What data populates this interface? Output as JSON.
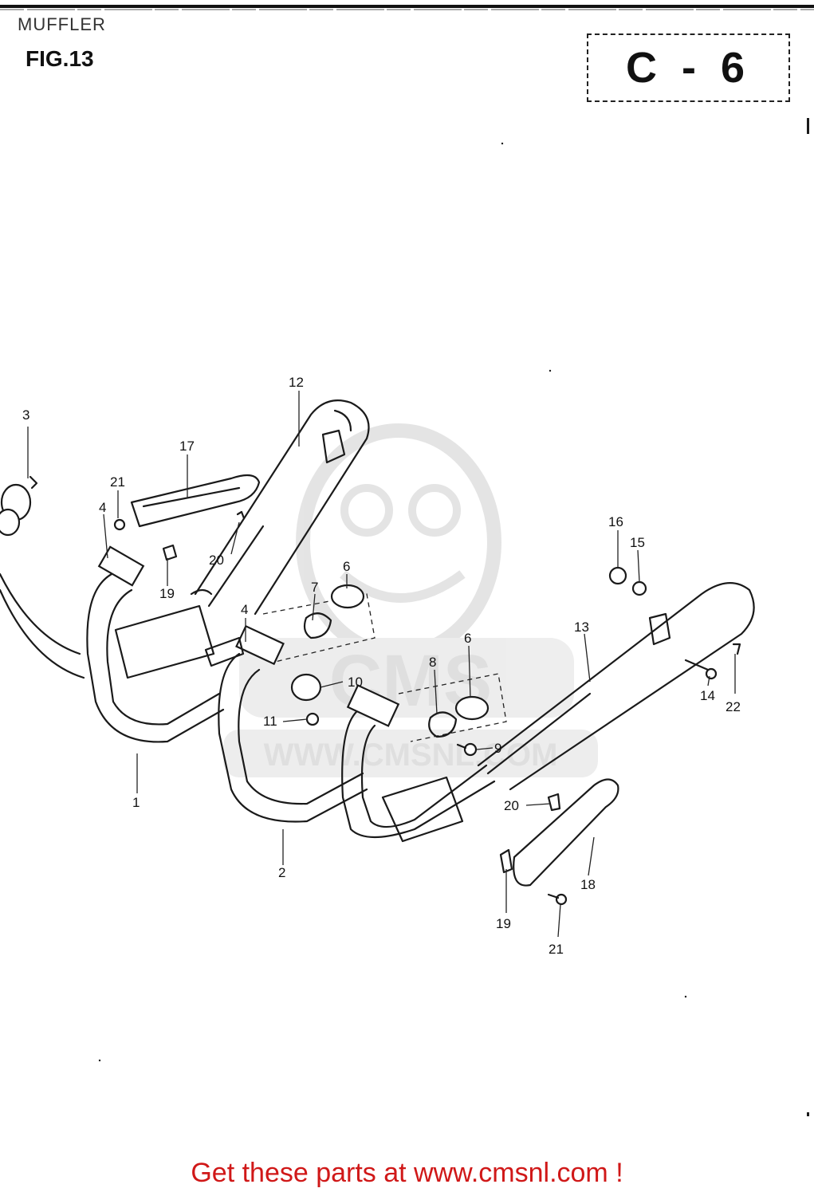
{
  "page_title": "MUFFLER",
  "figure_label": "FIG.13",
  "section_code": "C - 6",
  "watermark": {
    "brand": "CMS",
    "url": "WWW.CMSNL.COM"
  },
  "callouts": [
    "1",
    "2",
    "3",
    "4",
    "4",
    "6",
    "6",
    "7",
    "8",
    "9",
    "10",
    "11",
    "12",
    "13",
    "14",
    "15",
    "16",
    "17",
    "18",
    "19",
    "19",
    "20",
    "20",
    "21",
    "21",
    "22"
  ],
  "footer_text": "Get these parts at www.cmsnl.com !",
  "colors": {
    "footer": "#d01818",
    "line_art": "#1a1a1a",
    "watermark": "#dcdcdc"
  }
}
